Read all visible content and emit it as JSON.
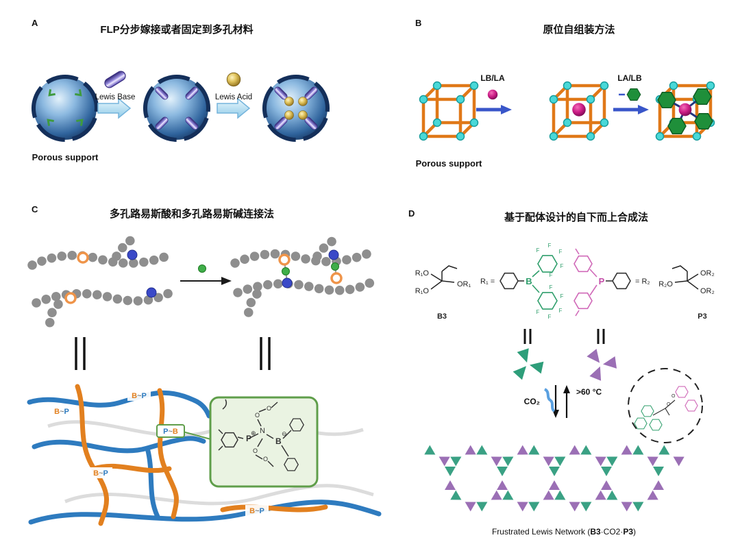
{
  "colors": {
    "sphere_blue": "#16355e",
    "framework_orange": "#e07818",
    "vertex_cyan": "#49d8d8",
    "magenta": "#cc1d86",
    "green_hexagon": "#1f8f3a",
    "lewis_base_purple": "#5a4cb8",
    "lewis_acid_gold": "#c9a43a",
    "strand_blue": "#2e7bbf",
    "strand_orange": "#e2801f",
    "inset_green": "#5f9e4a",
    "teal_triangle": "#3aa184",
    "purple_triangle": "#9b6fb5",
    "arrow_blue": "#3956c9"
  },
  "panels": {
    "a": {
      "label": "A",
      "title": "FLP分步嫁接或者固定到多孔材料",
      "step1_label": "Lewis Base",
      "step2_label": "Lewis Acid",
      "support_label": "Porous support"
    },
    "b": {
      "label": "B",
      "title": "原位自组装方法",
      "step1_label": "LB/LA",
      "step2_label": "LA/LB",
      "support_label": "Porous support"
    },
    "c": {
      "label": "C",
      "title": "多孔路易斯酸和多孔路易斯碱连接法",
      "b_atom": "B",
      "p_atom": "P",
      "wave": "~",
      "n_atom": "N",
      "o_atom": "O",
      "plus": "⊕",
      "minus": "⊖"
    },
    "d": {
      "label": "D",
      "title": "基于配体设计的自下而上合成法",
      "r1o": "R₁O",
      "or1": "OR₁",
      "r1_eq": "R₁ =",
      "eq_r2": "= R₂",
      "or2": "OR₂",
      "r2o": "R₂O",
      "b3": "B3",
      "p3": "P3",
      "f": "F",
      "b_atom": "B",
      "p_atom": "P",
      "o_atom": "O",
      "co2": "CO₂",
      "temp": ">60 °C",
      "caption_pre": "Frustrated Lewis Network (",
      "caption_b3": "B3",
      "caption_mid": "·CO2·",
      "caption_p3": "P3",
      "caption_post": ")"
    }
  }
}
